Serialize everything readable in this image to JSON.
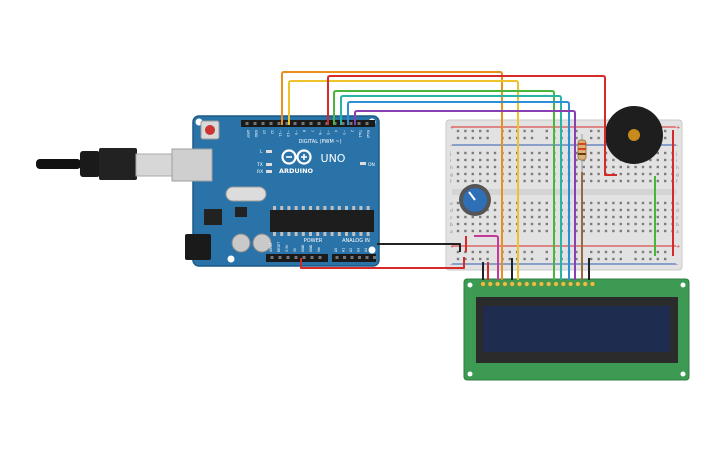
{
  "board": {
    "brand": "ARDUINO",
    "model": "UNO",
    "digital_label": "DIGITAL (PWM ~)",
    "power_label": "POWER",
    "analog_label": "ANALOG IN",
    "on_label": "ON",
    "l_label": "L",
    "tx_label": "TX",
    "rx_label": "RX",
    "digital_pins": [
      "AREF",
      "GND",
      "13",
      "12",
      "~11",
      "~10",
      "~9",
      "8",
      "7",
      "~6",
      "~5",
      "4",
      "~3",
      "2",
      "TX▸1",
      "RX◂0"
    ],
    "power_pins": [
      "IOREF",
      "RESET",
      "3.3V",
      "5V",
      "GND",
      "GND",
      "Vin"
    ],
    "analog_pins": [
      "A0",
      "A1",
      "A2",
      "A3",
      "A4",
      "A5"
    ]
  },
  "breadboard": {
    "row_letters_top": [
      "j",
      "i",
      "h",
      "g",
      "f"
    ],
    "row_letters_bottom": [
      "e",
      "d",
      "c",
      "b",
      "a"
    ],
    "rail_plus": "+",
    "rail_minus": "-"
  },
  "colors": {
    "board": "#2a73a8",
    "board_dark": "#1d5a86",
    "breadboard": "#e2e2e2",
    "lcd_pcb": "#3c9a52",
    "lcd_screen": "#1e2c4f",
    "wire_red": "#d62a2a",
    "wire_orange": "#e8901a",
    "wire_yellow": "#eec22a",
    "wire_green": "#48b63a",
    "wire_teal": "#27b3a6",
    "wire_blue": "#2f8fd6",
    "wire_purple": "#8a3fb0",
    "wire_magenta": "#c43a9b",
    "wire_black": "#222222",
    "wire_brown": "#9b6a3c"
  },
  "icons": {
    "usb": "usb-cable-icon",
    "buzzer": "piezo-buzzer-icon",
    "pot": "potentiometer-icon",
    "resistor": "resistor-icon",
    "reset": "reset-button-icon"
  }
}
